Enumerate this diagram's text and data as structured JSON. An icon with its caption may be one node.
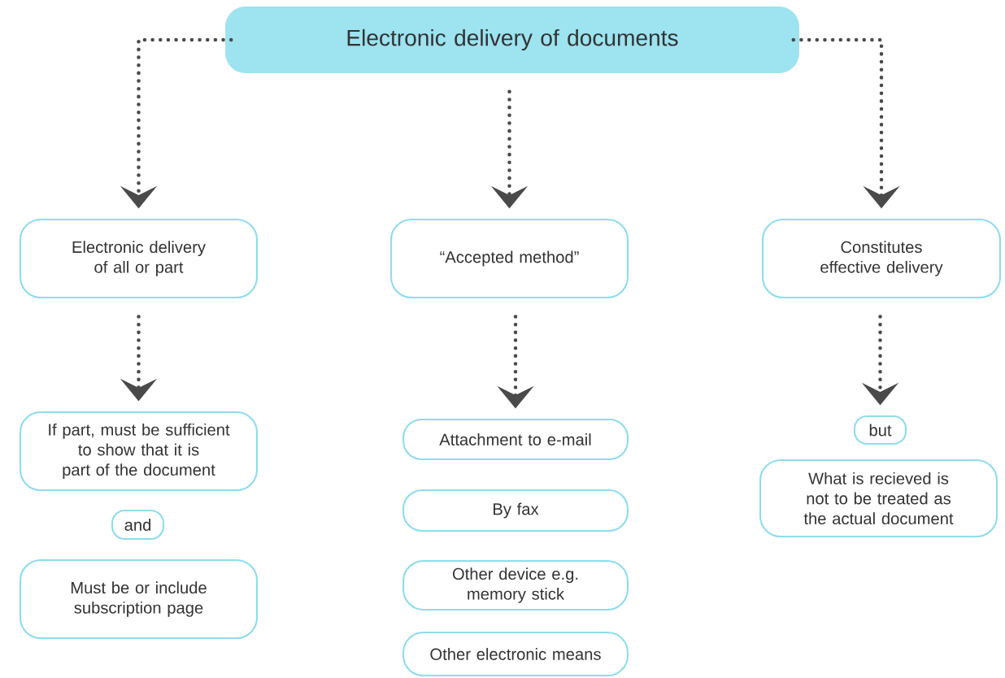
{
  "diagram": {
    "nodes": [
      {
        "text": [
          "Electronic delivery of documents"
        ]
      },
      {
        "text": [
          "Electronic delivery of all or part"
        ]
      },
      {
        "text": [
          "“Accepted method”"
        ]
      },
      {
        "text": [
          "Constitutes effective delivery"
        ]
      },
      {
        "text": [
          "If part, must be sufficient to show that it is part of the document"
        ]
      },
      {
        "text": [
          "and"
        ]
      },
      {
        "text": [
          "Must be or include subscription page"
        ]
      },
      {
        "text": [
          "Attachment to e-mail"
        ]
      },
      {
        "text": [
          "By fax"
        ]
      },
      {
        "text": [
          "Other device e.g. memory stick"
        ]
      },
      {
        "text": [
          "Other electronic means"
        ]
      },
      {
        "text": [
          "but"
        ]
      },
      {
        "text": [
          "What is recieved is not to be treated as the actual document"
        ]
      }
    ],
    "edges": [
      {
        "from": 0,
        "to": 1,
        "arrow": "to"
      },
      {
        "from": 0,
        "to": 2,
        "arrow": "to"
      },
      {
        "from": 0,
        "to": 3,
        "arrow": "to"
      },
      {
        "from": 1,
        "to": 4,
        "arrow": "to"
      },
      {
        "from": 2,
        "to": 7,
        "arrow": "to"
      },
      {
        "from": 3,
        "to": 11,
        "arrow": "to"
      }
    ]
  }
}
